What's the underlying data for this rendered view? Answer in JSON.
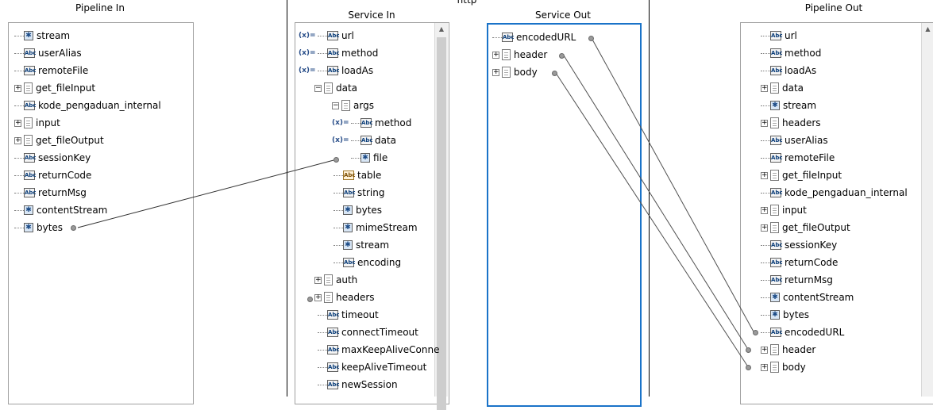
{
  "service_name": "http",
  "titles": {
    "pipeline_in": "Pipeline In",
    "service_in": "Service In",
    "service_out": "Service Out",
    "pipeline_out": "Pipeline Out"
  },
  "pipeline_in": [
    {
      "label": "stream",
      "icon": "object-icon",
      "expand": false
    },
    {
      "label": "userAlias",
      "icon": "string-icon",
      "expand": false
    },
    {
      "label": "remoteFile",
      "icon": "string-icon",
      "expand": false
    },
    {
      "label": "get_fileInput",
      "icon": "document-icon",
      "expand": true
    },
    {
      "label": "kode_pengaduan_internal",
      "icon": "string-icon",
      "expand": false
    },
    {
      "label": "input",
      "icon": "document-icon",
      "expand": true
    },
    {
      "label": "get_fileOutput",
      "icon": "document-icon",
      "expand": true
    },
    {
      "label": "sessionKey",
      "icon": "string-icon",
      "expand": false
    },
    {
      "label": "returnCode",
      "icon": "string-icon",
      "expand": false
    },
    {
      "label": "returnMsg",
      "icon": "string-icon",
      "expand": false
    },
    {
      "label": "contentStream",
      "icon": "object-icon",
      "expand": false
    },
    {
      "label": "bytes",
      "icon": "object-icon",
      "expand": false
    }
  ],
  "service_in": [
    {
      "label": "url",
      "icon": "string-icon"
    },
    {
      "label": "method",
      "icon": "string-icon"
    },
    {
      "label": "loadAs",
      "icon": "string-icon"
    },
    {
      "label": "data",
      "icon": "document-icon"
    },
    {
      "label": "args",
      "icon": "document-icon"
    },
    {
      "label": "method",
      "icon": "string-icon"
    },
    {
      "label": "data",
      "icon": "string-icon"
    },
    {
      "label": "file",
      "icon": "object-icon"
    },
    {
      "label": "table",
      "icon": "table-icon"
    },
    {
      "label": "string",
      "icon": "string-icon"
    },
    {
      "label": "bytes",
      "icon": "object-icon"
    },
    {
      "label": "mimeStream",
      "icon": "object-icon"
    },
    {
      "label": "stream",
      "icon": "object-icon"
    },
    {
      "label": "encoding",
      "icon": "string-icon"
    },
    {
      "label": "auth",
      "icon": "document-icon"
    },
    {
      "label": "headers",
      "icon": "document-icon"
    },
    {
      "label": "timeout",
      "icon": "string-icon"
    },
    {
      "label": "connectTimeout",
      "icon": "string-icon"
    },
    {
      "label": "maxKeepAliveConne",
      "icon": "string-icon"
    },
    {
      "label": "keepAliveTimeout",
      "icon": "string-icon"
    },
    {
      "label": "newSession",
      "icon": "string-icon"
    }
  ],
  "service_out": [
    {
      "label": "encodedURL",
      "icon": "string-icon"
    },
    {
      "label": "header",
      "icon": "document-icon"
    },
    {
      "label": "body",
      "icon": "document-icon"
    }
  ],
  "pipeline_out": [
    {
      "label": "url",
      "icon": "string-icon"
    },
    {
      "label": "method",
      "icon": "string-icon"
    },
    {
      "label": "loadAs",
      "icon": "string-icon"
    },
    {
      "label": "data",
      "icon": "document-icon"
    },
    {
      "label": "stream",
      "icon": "object-icon"
    },
    {
      "label": "headers",
      "icon": "document-icon"
    },
    {
      "label": "userAlias",
      "icon": "string-icon"
    },
    {
      "label": "remoteFile",
      "icon": "string-icon"
    },
    {
      "label": "get_fileInput",
      "icon": "document-icon"
    },
    {
      "label": "kode_pengaduan_internal",
      "icon": "string-icon"
    },
    {
      "label": "input",
      "icon": "document-icon"
    },
    {
      "label": "get_fileOutput",
      "icon": "document-icon"
    },
    {
      "label": "sessionKey",
      "icon": "string-icon"
    },
    {
      "label": "returnCode",
      "icon": "string-icon"
    },
    {
      "label": "returnMsg",
      "icon": "string-icon"
    },
    {
      "label": "contentStream",
      "icon": "object-icon"
    },
    {
      "label": "bytes",
      "icon": "object-icon"
    },
    {
      "label": "encodedURL",
      "icon": "string-icon"
    },
    {
      "label": "header",
      "icon": "document-icon"
    },
    {
      "label": "body",
      "icon": "document-icon"
    }
  ],
  "icon_glyphs": {
    "string": "Abc",
    "object": "✱",
    "table": "Abc"
  },
  "set_value_marker": "(x)=",
  "colors": {
    "accent": "#1a73c8",
    "link": "#404040",
    "port": "#9a9a9a"
  }
}
